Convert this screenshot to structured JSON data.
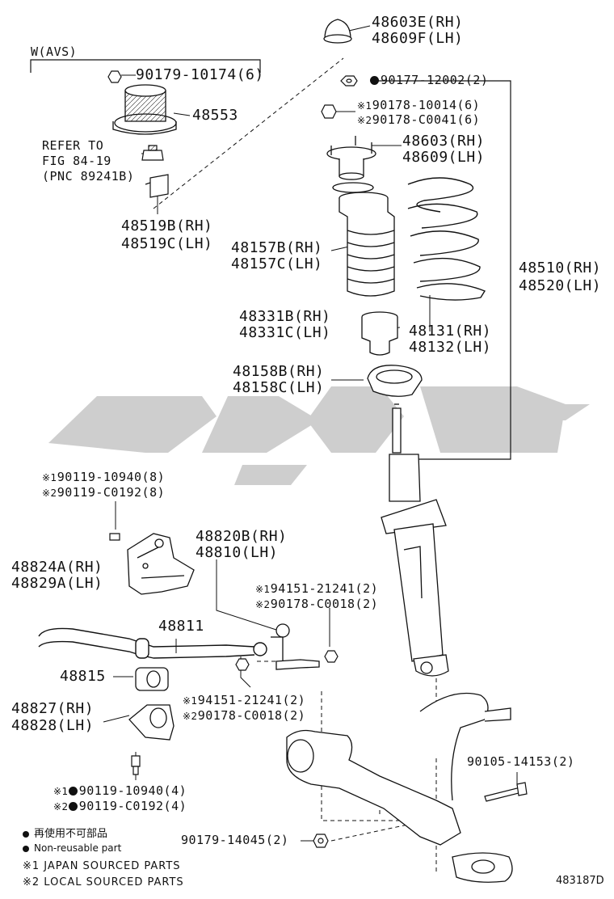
{
  "header": {
    "variant_label": "W(AVS)"
  },
  "labels": {
    "p48603e": "48603E(RH)",
    "p48609f": "48609F(LH)",
    "p90179_10174": "90179-10174(6)",
    "p48553": "48553",
    "refer_1": "REFER TO",
    "refer_2": "FIG 84-19",
    "refer_3": "(PNC 89241B)",
    "p48519b": "48519B(RH)",
    "p48519c": "48519C(LH)",
    "p90177_12002": "90177-12002(2)",
    "p90178_10014": "90178-10014(6)",
    "p90178_c0041": "90178-C0041(6)",
    "p48603": "48603(RH)",
    "p48609": "48609(LH)",
    "p48157b": "48157B(RH)",
    "p48157c": "48157C(LH)",
    "p48510": "48510(RH)",
    "p48520": "48520(LH)",
    "p48331b": "48331B(RH)",
    "p48331c": "48331C(LH)",
    "p48131": "48131(RH)",
    "p48132": "48132(LH)",
    "p48158b": "48158B(RH)",
    "p48158c": "48158C(LH)",
    "p90119_10940_8": "90119-10940(8)",
    "p90119_c0192_8": "90119-C0192(8)",
    "p48820b": "48820B(RH)",
    "p48810": "48810(LH)",
    "p48824a": "48824A(RH)",
    "p48829a": "48829A(LH)",
    "p94151_a": "94151-21241(2)",
    "p90178_c0018_a": "90178-C0018(2)",
    "p48811": "48811",
    "p48815": "48815",
    "p48827": "48827(RH)",
    "p48828": "48828(LH)",
    "p94151_b": "94151-21241(2)",
    "p90178_c0018_b": "90178-C0018(2)",
    "p90105_14153": "90105-14153(2)",
    "p90119_10940_4": "90119-10940(4)",
    "p90119_c0192_4": "90119-C0192(4)",
    "p90179_14045": "90179-14045(2)"
  },
  "marks": {
    "japan": "※1",
    "local": "※2"
  },
  "legend": {
    "non_reusable_jp": "再使用不可部品",
    "non_reusable_en": "Non-reusable part",
    "japan_sourced": "※1 JAPAN SOURCED PARTS",
    "local_sourced": "※2 LOCAL SOURCED PARTS"
  },
  "figure_id": "483187D"
}
